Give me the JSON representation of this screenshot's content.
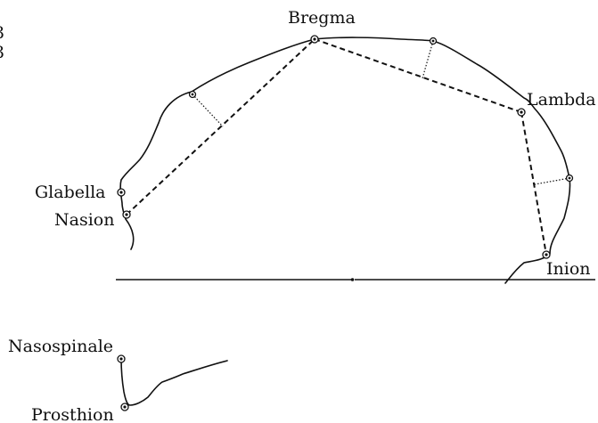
{
  "labels": {
    "bregma": "Bregma",
    "lambda": "Lambda",
    "glabella": "Glabella",
    "nasion": "Nasion",
    "inion": "Inion",
    "nasospinale": "Nasospinale",
    "prosthion": "Prosthion"
  },
  "edge_fragment": {
    "line1": "3",
    "line2": "3"
  }
}
